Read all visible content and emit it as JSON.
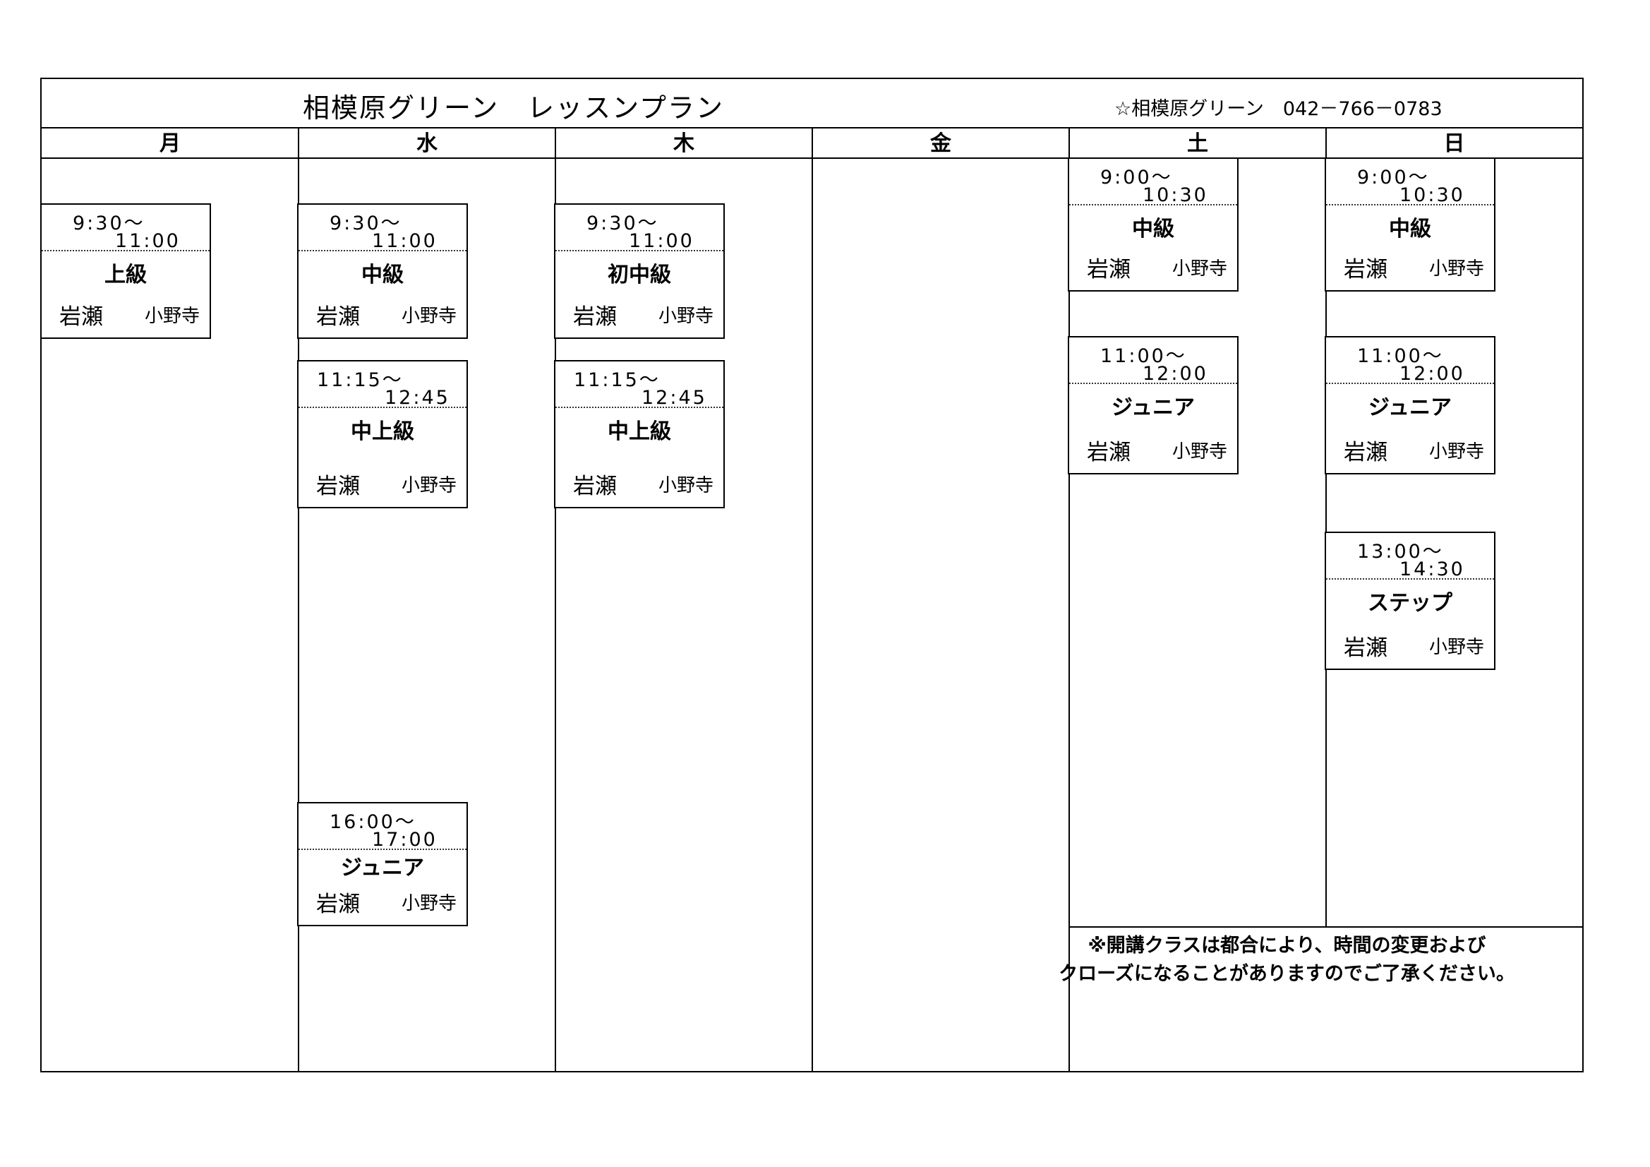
{
  "header": {
    "title": "相模原グリーン　レッスンプラン",
    "contact": "☆相模原グリーン　042－766－0783"
  },
  "days": [
    "月",
    "水",
    "木",
    "金",
    "土",
    "日"
  ],
  "lessons": {
    "mon_1": {
      "start": "9:30～",
      "end": "11:00",
      "level": "上級",
      "coach1": "岩瀬",
      "coach2": "小野寺"
    },
    "wed_1": {
      "start": "9:30～",
      "end": "11:00",
      "level": "中級",
      "coach1": "岩瀬",
      "coach2": "小野寺"
    },
    "wed_2": {
      "start": "11:15～",
      "end": "12:45",
      "level": "中上級",
      "coach1": "岩瀬",
      "coach2": "小野寺"
    },
    "wed_3": {
      "start": "16:00～",
      "end": "17:00",
      "level": "ジュニア",
      "coach1": "岩瀬",
      "coach2": "小野寺"
    },
    "thu_1": {
      "start": "9:30～",
      "end": "11:00",
      "level": "初中級",
      "coach1": "岩瀬",
      "coach2": "小野寺"
    },
    "thu_2": {
      "start": "11:15～",
      "end": "12:45",
      "level": "中上級",
      "coach1": "岩瀬",
      "coach2": "小野寺"
    },
    "sat_1": {
      "start": "9:00～",
      "end": "10:30",
      "level": "中級",
      "coach1": "岩瀬",
      "coach2": "小野寺"
    },
    "sat_2": {
      "start": "11:00～",
      "end": "12:00",
      "level": "ジュニア",
      "coach1": "岩瀬",
      "coach2": "小野寺"
    },
    "sun_1": {
      "start": "9:00～",
      "end": "10:30",
      "level": "中級",
      "coach1": "岩瀬",
      "coach2": "小野寺"
    },
    "sun_2": {
      "start": "11:00～",
      "end": "12:00",
      "level": "ジュニア",
      "coach1": "岩瀬",
      "coach2": "小野寺"
    },
    "sun_3": {
      "start": "13:00～",
      "end": "14:30",
      "level": "ステップ",
      "coach1": "岩瀬",
      "coach2": "小野寺"
    }
  },
  "note": {
    "line1": "※開講クラスは都合により、時間の変更および",
    "line2": "クローズになることがありますのでご了承ください。"
  }
}
